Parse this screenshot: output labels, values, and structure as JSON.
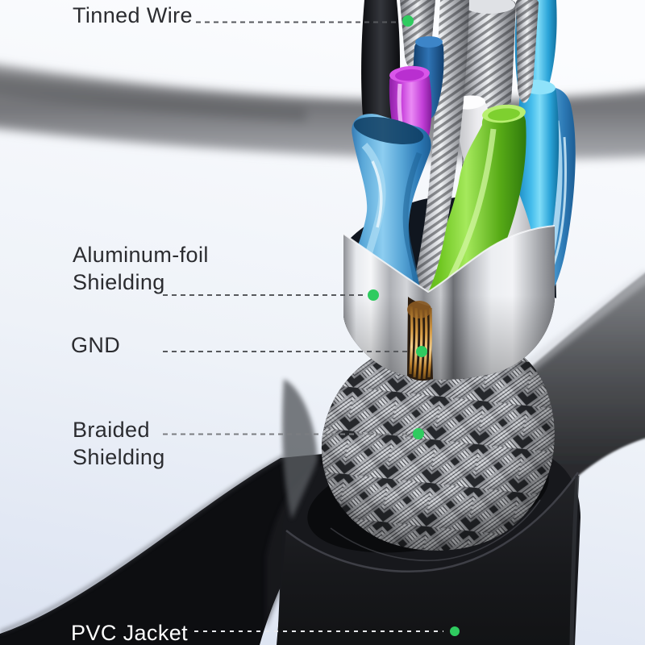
{
  "diagram": {
    "type": "cable-layer-callout-diagram",
    "labels": [
      {
        "id": "tinned-wire",
        "lines": [
          "Tinned Wire"
        ]
      },
      {
        "id": "aluminum-foil-shielding",
        "lines": [
          "Aluminum-foil",
          "Shielding"
        ]
      },
      {
        "id": "gnd",
        "lines": [
          "GND"
        ]
      },
      {
        "id": "braided-shielding",
        "lines": [
          "Braided",
          "Shielding"
        ]
      },
      {
        "id": "pvc-jacket",
        "lines": [
          "PVC Jacket"
        ]
      }
    ],
    "colors": {
      "accent_green": "#2fcb5f",
      "label_dark": "#2b2c30",
      "label_light": "#ffffff",
      "background_top": "#fbfcfe",
      "background_bottom": "#dde4f2",
      "jacket_black": "#17181c",
      "foil_silver": "#d7d9dd",
      "copper_gnd": "#cf9a4a",
      "tinned_silver": "#c9cbd0",
      "wire_magenta": "#c843dc",
      "wire_dark_blue": "#2f74b5",
      "wire_pair_blue": "#57a5d6",
      "wire_cyan": "#45bdec",
      "wire_green": "#6fc621",
      "wire_white": "#f2f2f4",
      "wire_black": "#1a1b1f"
    }
  }
}
